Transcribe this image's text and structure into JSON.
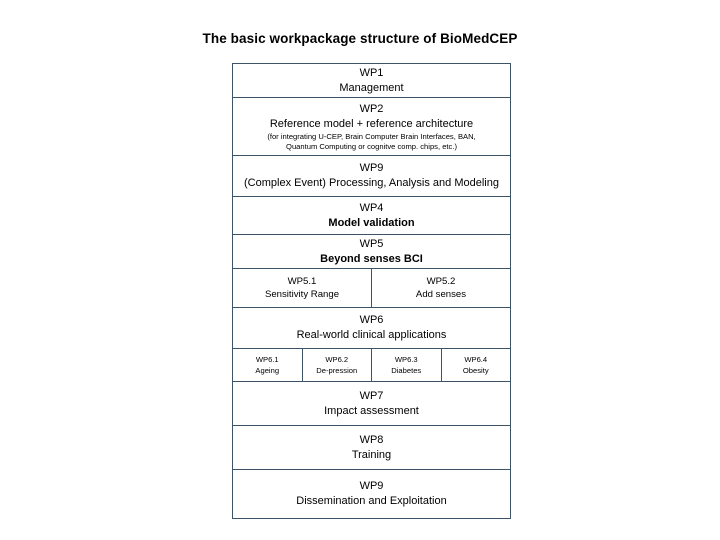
{
  "title": "The basic workpackage structure of BioMedCEP",
  "colors": {
    "border": "#3c5368",
    "background": "#ffffff",
    "text": "#000000"
  },
  "workpackages": {
    "wp1": {
      "code": "WP1",
      "name": "Management"
    },
    "wp2": {
      "code": "WP2",
      "name": "Reference model  + reference architecture",
      "note_line1": "(for integrating U-CEP, Brain Computer Brain Interfaces, BAN,",
      "note_line2": "Quantum Computing or cognitve comp. chips, etc.)"
    },
    "wp3": {
      "code": "WP9",
      "name": "(Complex Event) Processing, Analysis and Modeling"
    },
    "wp4": {
      "code": "WP4",
      "name": "Model validation"
    },
    "wp5": {
      "code": "WP5",
      "name": "Beyond senses BCI",
      "subs": [
        {
          "code": "WP5.1",
          "name": "Sensitivity Range"
        },
        {
          "code": "WP5.2",
          "name": "Add senses"
        }
      ]
    },
    "wp6": {
      "code": "WP6",
      "name": "Real-world clinical applications",
      "subs": [
        {
          "code": "WP6.1",
          "name": "Ageing"
        },
        {
          "code": "WP6.2",
          "name": "De-pression"
        },
        {
          "code": "WP6.3",
          "name": "Diabetes"
        },
        {
          "code": "WP6.4",
          "name": "Obesity"
        }
      ]
    },
    "wp7": {
      "code": "WP7",
      "name": "Impact assessment"
    },
    "wp8": {
      "code": "WP8",
      "name": "Training"
    },
    "wp9": {
      "code": "WP9",
      "name": "Dissemination and Exploitation"
    }
  }
}
